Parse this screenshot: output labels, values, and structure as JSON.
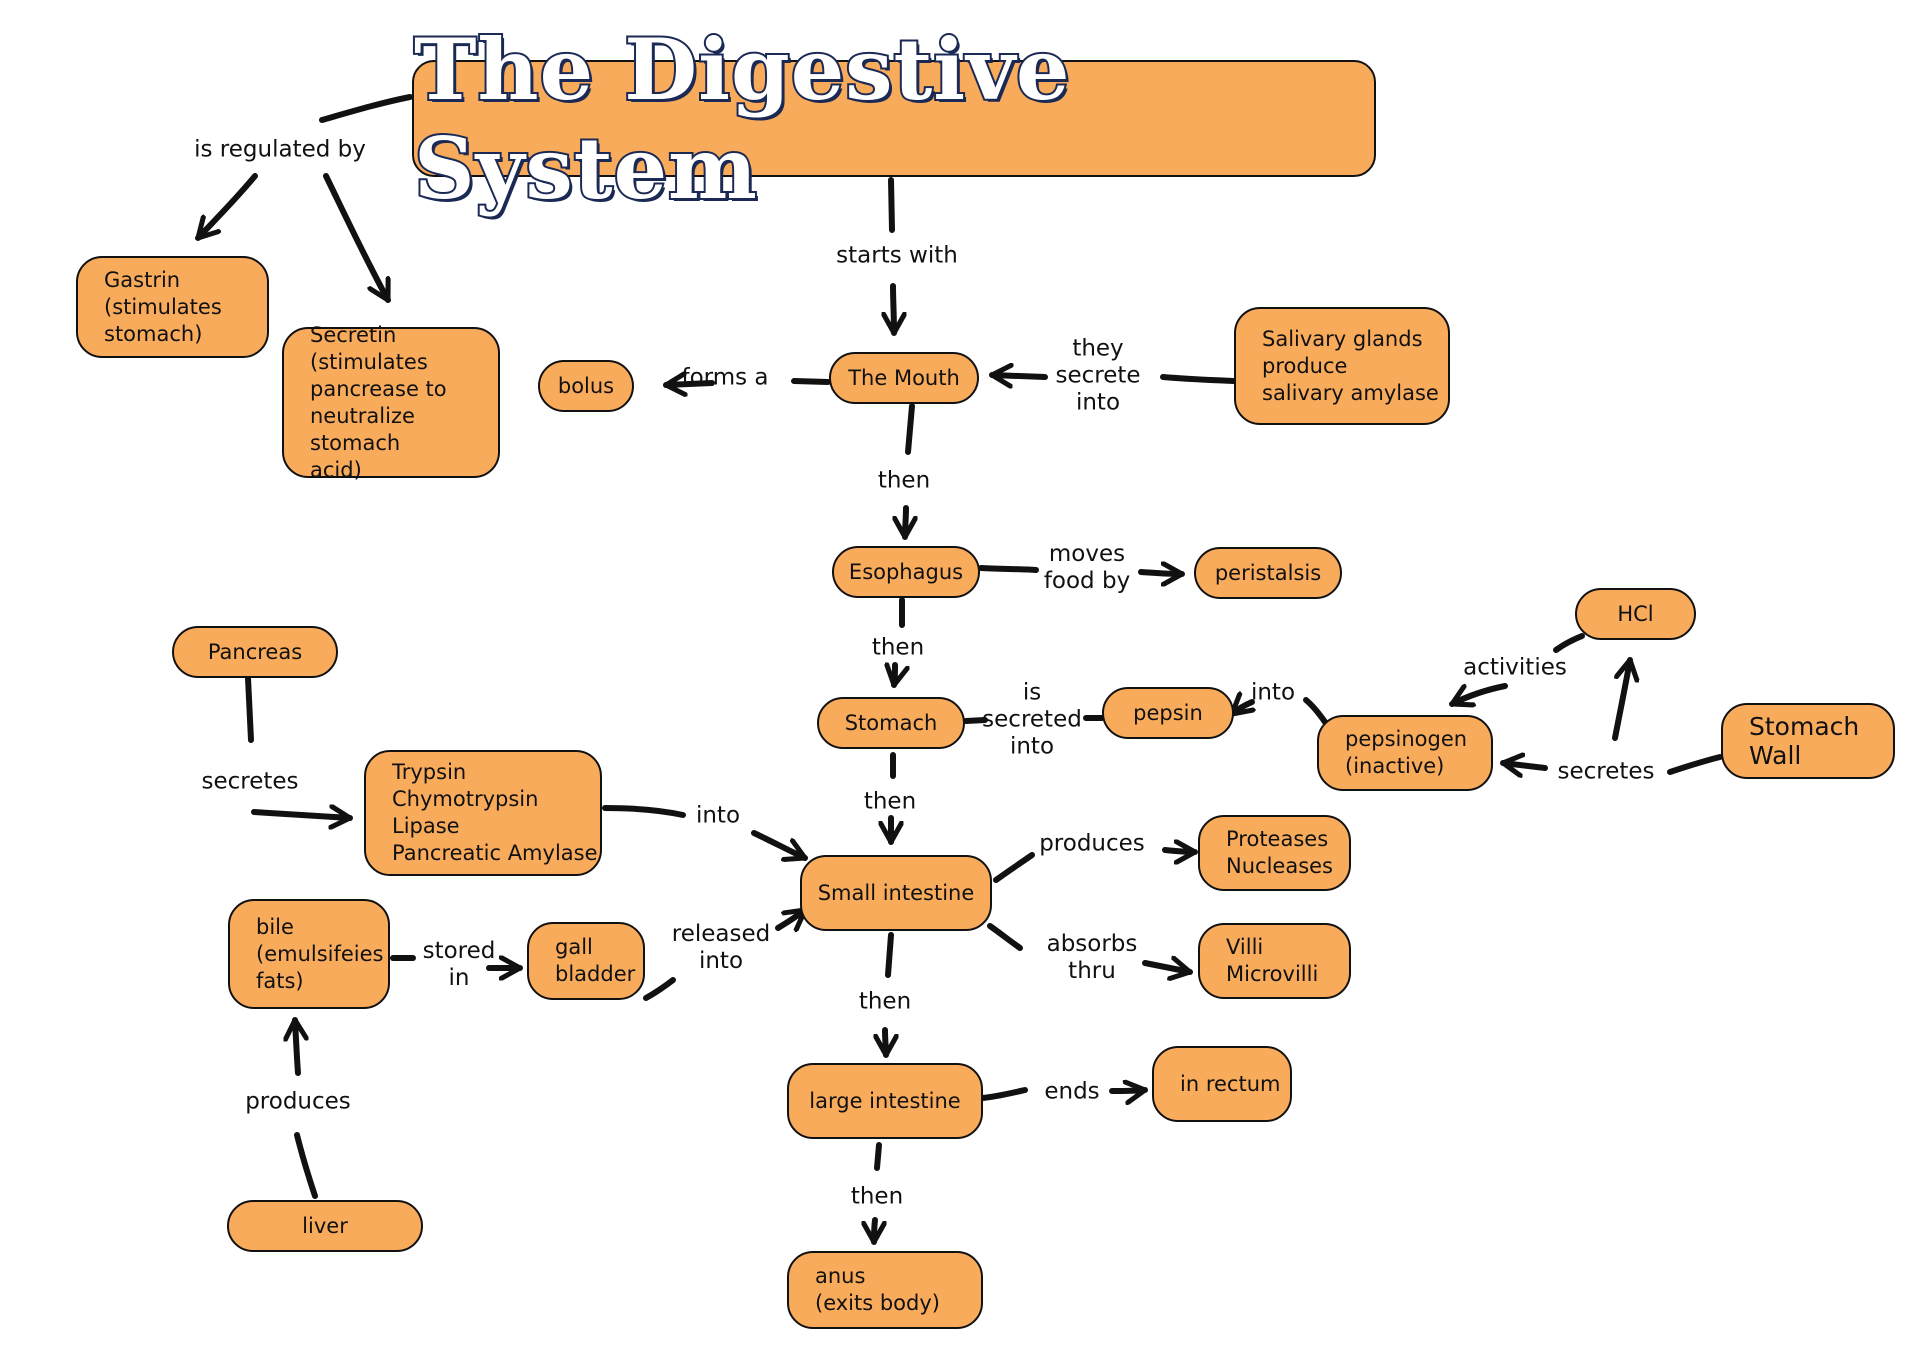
{
  "title": "The Digestive System",
  "colors": {
    "node_fill": "#f9ab5c",
    "border": "#111111",
    "title_text": "#ffffff",
    "title_outline": "#1b2a55"
  },
  "nodes": {
    "gastrin": "Gastrin\n(stimulates\nstomach)",
    "secretin": "Secretin (stimulates\npancrease to\nneutralize stomach\nacid)",
    "bolus": "bolus",
    "mouth": "The Mouth",
    "salivary": "Salivary glands\nproduce\nsalivary amylase",
    "esophagus": "Esophagus",
    "peristalsis": "peristalsis",
    "stomach": "Stomach",
    "pepsin": "pepsin",
    "pepsinogen": "pepsinogen\n(inactive)",
    "hcl": "HCl",
    "stomach_wall": "Stomach\nWall",
    "pancreas": "Pancreas",
    "enzymes": "Trypsin\nChymotrypsin\nLipase\nPancreatic Amylase",
    "small_intestine": "Small intestine",
    "proteases": "Proteases\nNucleases",
    "villi": "Villi\nMicrovilli",
    "bile": "bile\n(emulsifeies\nfats)",
    "gall_bladder": "gall\nbladder",
    "large_intestine": "large intestine",
    "rectum": "in rectum",
    "anus": "anus\n(exits body)",
    "liver": "liver"
  },
  "links": {
    "is_regulated_by": "is regulated by",
    "starts_with": "starts with",
    "forms_a": "forms a",
    "they_secrete_into": "they\nsecrete\ninto",
    "then_mouth": "then",
    "moves_food_by": "moves\nfood by",
    "then_esophagus": "then",
    "is_secreted_into": "is\nsecreted\ninto",
    "into_pepsin": "into",
    "activities": "activities",
    "secretes_wall": "secretes",
    "then_stomach": "then",
    "secretes_pancreas": "secretes",
    "into_small": "into",
    "produces_small": "produces",
    "absorbs_thru": "absorbs\nthru",
    "stored_in": "stored\nin",
    "released_into": "released\ninto",
    "then_small": "then",
    "ends": "ends",
    "then_large": "then",
    "produces_liver": "produces"
  }
}
